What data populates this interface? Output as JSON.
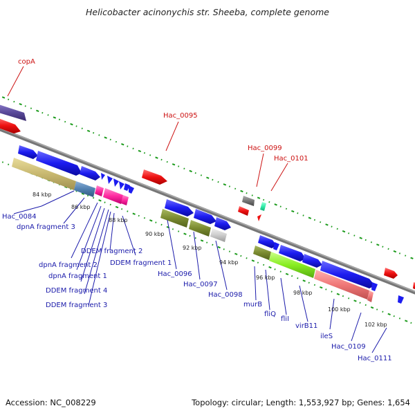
{
  "title": "Helicobacter acinonychis str. Sheeba, complete genome",
  "footer": {
    "accession": "Accession: NC_008229",
    "summary": "Topology: circular; Length: 1,553,927 bp; Genes: 1,654"
  },
  "kbp_ticks": [
    "84 kbp",
    "86 kbp",
    "88 kbp",
    "90 kbp",
    "92 kbp",
    "94 kbp",
    "96 kbp",
    "98 kbp",
    "100 kbp",
    "102 kbp"
  ],
  "labels_red": [
    "copA",
    "Hac_0095",
    "Hac_0099",
    "Hac_0101"
  ],
  "labels_blue": [
    "Hac_0084",
    "dpnA fragment 3",
    "DDEM fragment 2",
    "DDEM fragment 1",
    "dpnA fragment 2",
    "dpnA fragment 1",
    "DDEM fragment 4",
    "DDEM fragment 3",
    "Hac_0096",
    "Hac_0097",
    "Hac_0098",
    "murB",
    "fliQ",
    "fliI",
    "virB11",
    "ileS",
    "Hac_0109",
    "Hac_0111"
  ],
  "colors": {
    "forward_cds": "#1c1cf0",
    "reverse_cds": "#ee1111",
    "backbone": "#888888",
    "tick_dots": "#1a9a1a",
    "olive_feature": "#7a8a30",
    "tan_feature": "#c8b870",
    "pink_feature": "#ff2aa0",
    "salmon_feature": "#f07878",
    "lime_feature": "#88ee22",
    "gray_feature": "#777777",
    "purple_feature": "#5a4a9a",
    "mint_feature": "#33eeaa"
  }
}
